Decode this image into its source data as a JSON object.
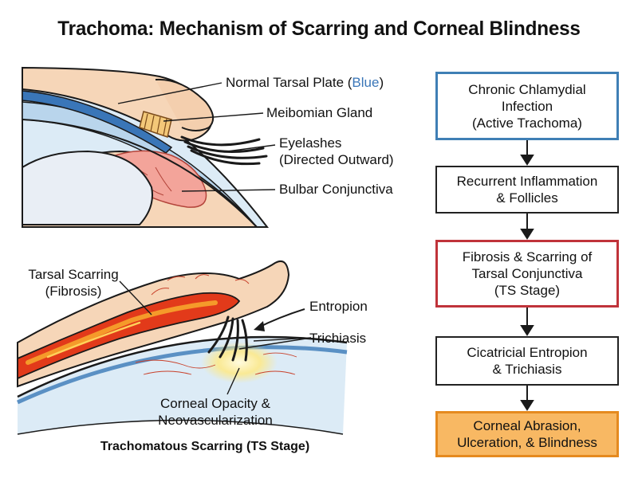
{
  "title": "Trachoma: Mechanism of Scarring and Corneal Blindness",
  "top_panel": {
    "label_tarsal_prefix": "Normal Tarsal Plate (",
    "label_tarsal_blue": "Blue",
    "label_tarsal_suffix": ")",
    "label_meibomian": "Meibomian Gland",
    "label_eyelashes_1": "Eyelashes",
    "label_eyelashes_2": "(Directed Outward)",
    "label_bulbar": "Bulbar Conjunctiva"
  },
  "bottom_panel": {
    "label_scarring_1": "Tarsal Scarring",
    "label_scarring_2": "(Fibrosis)",
    "label_entropion": "Entropion",
    "label_trichiasis": "Trichiasis",
    "label_opacity_1": "Corneal Opacity &",
    "label_opacity_2": "Neovascularization",
    "caption": "Trachomatous Scarring (TS Stage)"
  },
  "flow": [
    {
      "text": "Chronic Chlamydial\nInfection\n(Active Trachoma)",
      "border": "#3f7fb5",
      "fill": "#ffffff"
    },
    {
      "text": "Recurrent Inflammation\n& Follicles",
      "border": "#222222",
      "fill": "#ffffff"
    },
    {
      "text": "Fibrosis & Scarring of\nTarsal Conjunctiva\n(TS Stage)",
      "border": "#c0333a",
      "fill": "#ffffff"
    },
    {
      "text": "Cicatricial Entropion\n& Trichiasis",
      "border": "#222222",
      "fill": "#ffffff"
    },
    {
      "text": "Corneal Abrasion,\nUlceration, & Blindness",
      "border": "#e58a1f",
      "fill": "#f8b863"
    }
  ],
  "colors": {
    "tarsal_blue": "#3a76b8",
    "skin": "#f6d6b8",
    "scar_red": "#e23a1a",
    "cornea_blue": "#cfe2f1",
    "conjunctiva_pink": "#f3a49a"
  }
}
